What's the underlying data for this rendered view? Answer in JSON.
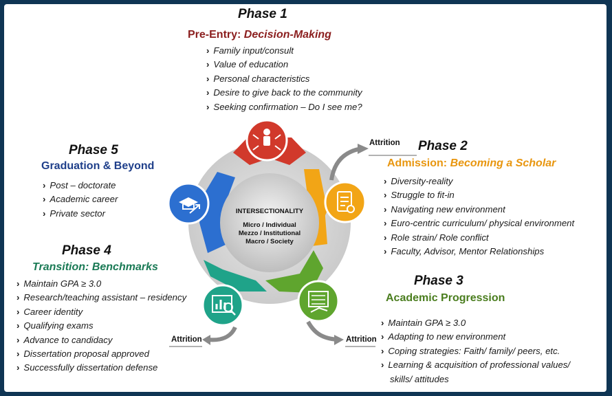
{
  "phase1": {
    "title": "Phase 1",
    "subtitle_a": "Pre-Entry: ",
    "subtitle_b": "Decision-Making",
    "items": [
      "Family input/consult",
      "Value of education",
      "Personal characteristics",
      "Desire to give back to the community",
      "Seeking confirmation – Do I see me?"
    ]
  },
  "phase2": {
    "title": "Phase 2",
    "subtitle_a": "Admission: ",
    "subtitle_b": "Becoming a Scholar",
    "items": [
      "Diversity-reality",
      "Struggle to fit-in",
      "Navigating new environment",
      "Euro-centric curriculum/ physical environment",
      "Role strain/ Role conflict",
      "Faculty, Advisor, Mentor Relationships"
    ]
  },
  "phase3": {
    "title": "Phase 3",
    "subtitle": "Academic Progression",
    "items": [
      "Maintain GPA ≥ 3.0",
      "Adapting to new environment",
      "Coping strategies: Faith/ family/ peers, etc.",
      "Learning & acquisition of professional values/",
      "skills/ attitudes"
    ]
  },
  "phase4": {
    "title": "Phase 4",
    "subtitle": "Transition: Benchmarks",
    "items": [
      "Maintain GPA ≥ 3.0",
      "Research/teaching assistant – residency",
      "Career identity",
      "Qualifying exams",
      "Advance to candidacy",
      "Dissertation proposal approved",
      "Successfully dissertation defense"
    ]
  },
  "phase5": {
    "title": "Phase 5",
    "subtitle": "Graduation & Beyond",
    "items": [
      "Post – doctorate",
      "Academic career",
      "Private sector"
    ]
  },
  "center": {
    "title": "INTERSECTIONALITY",
    "lines": [
      "Micro / Individual",
      "Mezzo / Institutional",
      "Macro / Society"
    ]
  },
  "attrition": [
    "Attrition",
    "Attrition",
    "Attrition"
  ],
  "colors": {
    "phase1": "#8b1e1e",
    "phase2": "#e8960f",
    "phase3": "#4a7d1e",
    "phase4": "#1a7a55",
    "phase5": "#1f4e9c",
    "red_segment": "#d1392b",
    "orange_segment": "#f2a516",
    "green_segment": "#5fa52e",
    "teal_segment": "#1fa389",
    "blue_segment": "#2c6fd0"
  }
}
